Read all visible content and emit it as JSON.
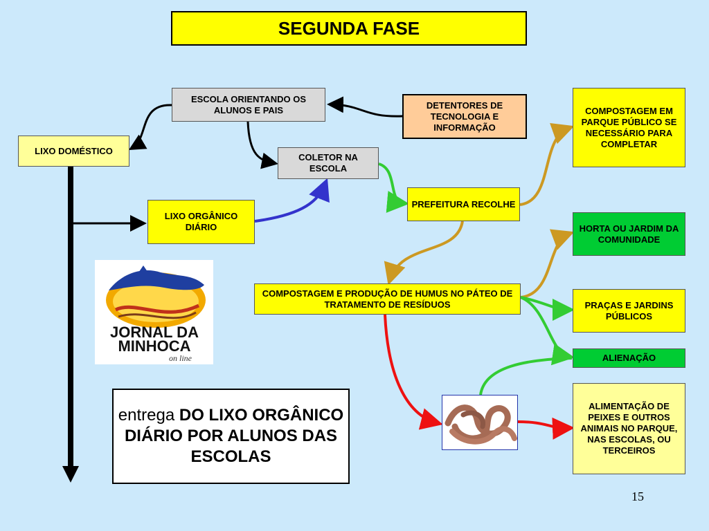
{
  "title": "SEGUNDA FASE",
  "nodes": {
    "escola": "ESCOLA ORIENTANDO OS ALUNOS E PAIS",
    "detentores": "DETENTORES DE TECNOLOGIA E INFORMAÇÃO",
    "lixo_domestico": "LIXO DOMÉSTICO",
    "coletor": "COLETOR NA ESCOLA",
    "lixo_organico": "LIXO ORGÂNICO DIÁRIO",
    "prefeitura": "PREFEITURA RECOLHE",
    "compostagem_parque": "COMPOSTAGEM EM PARQUE PÚBLICO SE NECESSÁRIO PARA COMPLETAR",
    "horta": "HORTA OU JARDIM DA COMUNIDADE",
    "compostagem_humus": "COMPOSTAGEM E PRODUÇÃO DE HUMUS NO PÁTEO DE TRATAMENTO DE RESÍDUOS",
    "pracas": "PRAÇAS E JARDINS PÚBLICOS",
    "alienacao": "ALIENAÇÃO",
    "alimentacao": "ALIMENTAÇÃO DE PEIXES E OUTROS ANIMAIS NO PARQUE, NAS ESCOLAS, OU TERCEIROS"
  },
  "note": {
    "line1_normal": "entrega",
    "line1_bold": "DO LIXO ORGÂNICO DIÁRIO POR ALUNOS DAS ESCOLAS"
  },
  "logo": {
    "line1": "JORNAL DA",
    "line2": "MINHOCA",
    "line3": "on line"
  },
  "page_number": "15",
  "colors": {
    "background": "#cce9fb",
    "yellow": "#ffff00",
    "gray": "#d9d9d9",
    "peach": "#ffcc99",
    "green": "#00cc33",
    "pale_yellow": "#ffff99",
    "arrow_black": "#000000",
    "arrow_blue": "#3333cc",
    "arrow_green": "#33cc33",
    "arrow_gold": "#cc9922",
    "arrow_red": "#ee1111"
  }
}
